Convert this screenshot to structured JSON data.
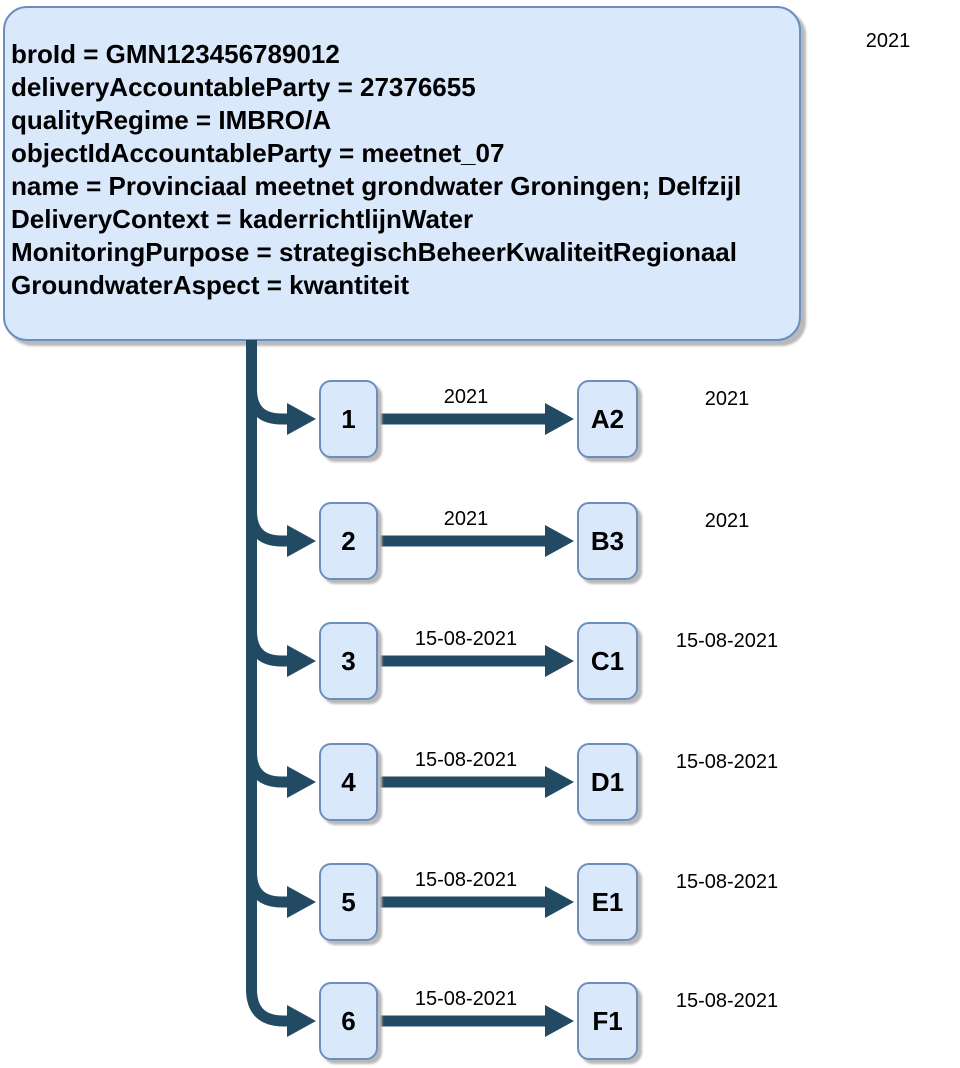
{
  "info_box": {
    "lines": [
      "broId = GMN123456789012",
      "deliveryAccountableParty = 27376655",
      "qualityRegime = IMBRO/A",
      "objectIdAccountableParty = meetnet_07",
      "name = Provinciaal meetnet grondwater Groningen; Delfzijl",
      "DeliveryContext = kaderrichtlijnWater",
      "MonitoringPurpose = strategischBeheerKwaliteitRegionaal",
      "GroundwaterAspect = kwantiteit"
    ]
  },
  "corner_year": "2021",
  "rows": [
    {
      "source": "1",
      "target": "A2",
      "edge_date": "2021",
      "right_date": "2021"
    },
    {
      "source": "2",
      "target": "B3",
      "edge_date": "2021",
      "right_date": "2021"
    },
    {
      "source": "3",
      "target": "C1",
      "edge_date": "15-08-2021",
      "right_date": "15-08-2021"
    },
    {
      "source": "4",
      "target": "D1",
      "edge_date": "15-08-2021",
      "right_date": "15-08-2021"
    },
    {
      "source": "5",
      "target": "E1",
      "edge_date": "15-08-2021",
      "right_date": "15-08-2021"
    },
    {
      "source": "6",
      "target": "F1",
      "edge_date": "15-08-2021",
      "right_date": "15-08-2021"
    }
  ],
  "colors": {
    "node_fill": "#dae8fc",
    "node_border": "#6c8ebf",
    "connector": "#234a63",
    "shadow": "#b9b9b9",
    "text": "#000000",
    "background": "#ffffff"
  }
}
